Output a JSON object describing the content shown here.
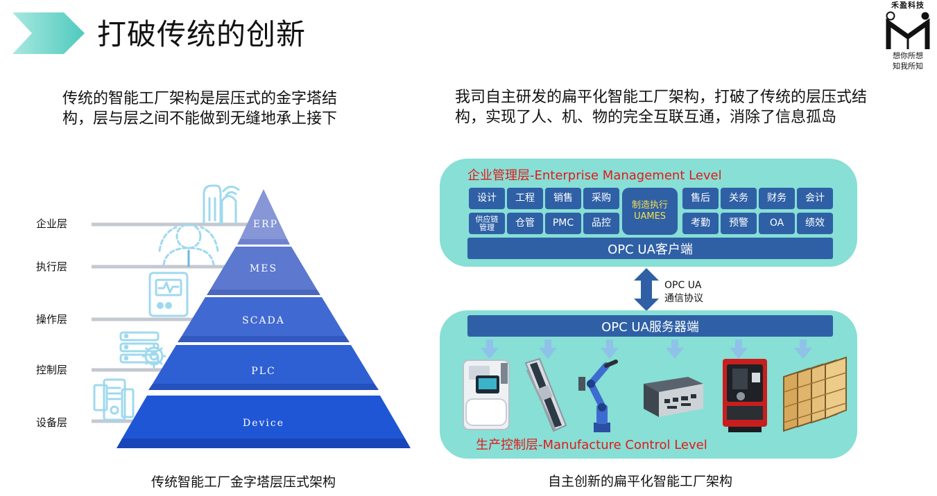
{
  "header": {
    "title": "打破传统的创新",
    "accent": "#5ad0c3"
  },
  "logo": {
    "brand": "禾盈科技",
    "slogan_line1": "想你所想",
    "slogan_line2": "知我所知"
  },
  "left": {
    "description": "传统的智能工厂架构是层压式的金字塔结构，层与层之间不能做到无缝地承上接下",
    "caption": "传统智能工厂金字塔层压式架构",
    "pyramid": [
      {
        "label": "企业层",
        "tier": "ERP",
        "color": "#8696d6",
        "icon": "building-icon"
      },
      {
        "label": "执行层",
        "tier": "MES",
        "color": "#5c78cf",
        "icon": "worker-icon"
      },
      {
        "label": "操作层",
        "tier": "SCADA",
        "color": "#4169d2",
        "icon": "monitor-icon"
      },
      {
        "label": "控制层",
        "tier": "PLC",
        "color": "#2e5fd3",
        "icon": "server-gear-icon"
      },
      {
        "label": "设备层",
        "tier": "Device",
        "color": "#1f56d6",
        "icon": "machine-doc-icon"
      }
    ]
  },
  "right": {
    "description": "我司自主研发的扁平化智能工厂架构，打破了传统的层压式结构，实现了人、机、物的完全互联互通，消除了信息孤岛",
    "enterprise_level": "企业管理层-Enterprise Management Level",
    "manufacture_level": "生产控制层-Manufacture Control Level",
    "modules_row1_left": [
      "设计",
      "工程",
      "销售",
      "采购"
    ],
    "modules_row2_left": [
      "供应链管理",
      "仓管",
      "PMC",
      "品控"
    ],
    "modules_row1_right": [
      "售后",
      "关务",
      "财务",
      "会计"
    ],
    "modules_row2_right": [
      "考勤",
      "预警",
      "OA",
      "绩效"
    ],
    "uames_line1": "制造执行",
    "uames_line2": "UAMES",
    "client_bar": "OPC UA客户端",
    "server_bar": "OPC UA服务器端",
    "protocol_line1": "OPC UA",
    "protocol_line2": "通信协议",
    "caption": "自主创新的扁平化智能工厂架构",
    "devices": [
      "lab-analyzer-icon",
      "linear-rail-icon",
      "robot-arm-icon",
      "industrial-pc-icon",
      "cnc-machine-icon",
      "warehouse-rack-icon"
    ],
    "colors": {
      "panel": "#87dfd5",
      "module": "#2f60a6",
      "uames_text": "#f5e04a",
      "level_title": "#e01a1a"
    }
  }
}
